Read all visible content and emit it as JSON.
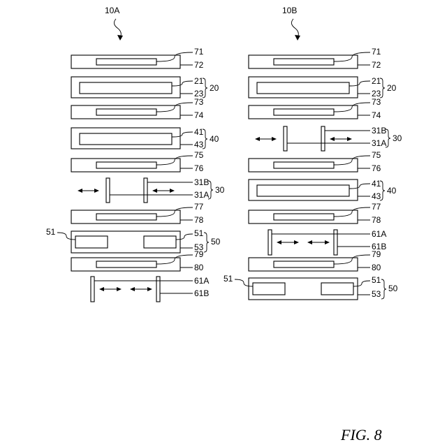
{
  "figure": {
    "caption": "FIG. 8",
    "columns": [
      {
        "title": "10A",
        "items": [
          {
            "type": "plate",
            "inner": "small",
            "labels": [
              "71",
              "72"
            ]
          },
          {
            "type": "plate",
            "inner": "large",
            "labels": [
              "21",
              "23"
            ],
            "group": "20"
          },
          {
            "type": "plate",
            "inner": "small",
            "labels": [
              "73",
              "74"
            ]
          },
          {
            "type": "plate",
            "inner": "large",
            "labels": [
              "41",
              "43"
            ],
            "group": "40"
          },
          {
            "type": "plate",
            "inner": "small",
            "labels": [
              "75",
              "76"
            ]
          },
          {
            "type": "movable",
            "labels": [
              "31B",
              "31A"
            ],
            "group": "30"
          },
          {
            "type": "plate",
            "inner": "small",
            "labels": [
              "77",
              "78"
            ]
          },
          {
            "type": "split",
            "labels": [
              "51",
              "53"
            ],
            "left_label": "51",
            "group": "50"
          },
          {
            "type": "plate",
            "inner": "small",
            "labels": [
              "79",
              "80"
            ]
          },
          {
            "type": "movable2",
            "labels": [
              "61A",
              "61B"
            ]
          }
        ]
      },
      {
        "title": "10B",
        "items": [
          {
            "type": "plate",
            "inner": "small",
            "labels": [
              "71",
              "72"
            ]
          },
          {
            "type": "plate",
            "inner": "large",
            "labels": [
              "21",
              "23"
            ],
            "group": "20"
          },
          {
            "type": "plate",
            "inner": "small",
            "labels": [
              "73",
              "74"
            ]
          },
          {
            "type": "movable",
            "labels": [
              "31B",
              "31A"
            ],
            "group": "30"
          },
          {
            "type": "plate",
            "inner": "small",
            "labels": [
              "75",
              "76"
            ]
          },
          {
            "type": "plate",
            "inner": "large",
            "labels": [
              "41",
              "43"
            ],
            "group": "40"
          },
          {
            "type": "plate",
            "inner": "small",
            "labels": [
              "77",
              "78"
            ]
          },
          {
            "type": "movable2",
            "labels": [
              "61A",
              "61B"
            ]
          },
          {
            "type": "plate",
            "inner": "small",
            "labels": [
              "79",
              "80"
            ]
          },
          {
            "type": "split",
            "labels": [
              "51",
              "53"
            ],
            "left_label": "51",
            "group": "50"
          }
        ]
      }
    ]
  }
}
